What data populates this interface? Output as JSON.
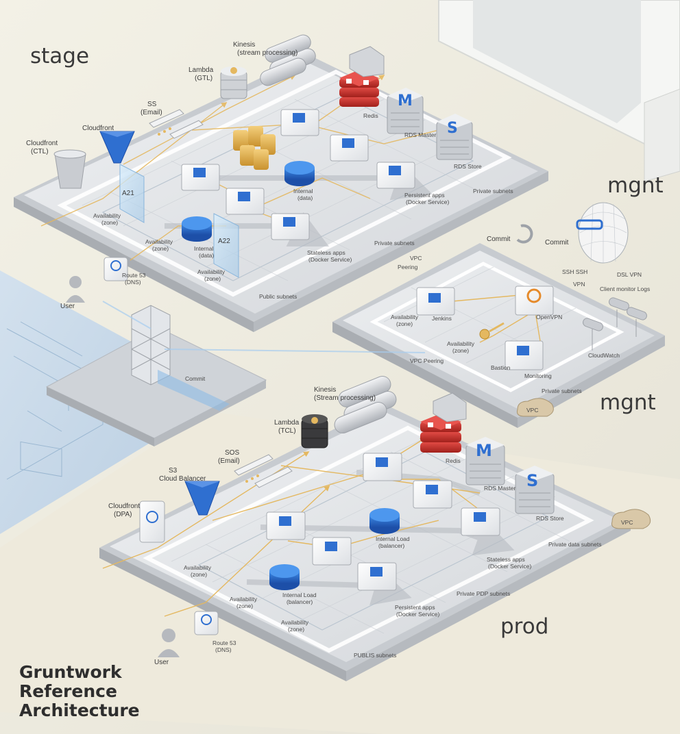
{
  "title_lines": [
    "Gruntwork",
    "Reference",
    "Architecture"
  ],
  "env_labels": {
    "stage": "stage",
    "mgnt_top": "mgnt",
    "mgnt_mid": "mgnt",
    "prod": "prod"
  },
  "stage": {
    "kinesis": "Kinesis",
    "kinesis_sub": "(stream processing)",
    "lambda": "Lambda",
    "lambda_sub": "(GTL)",
    "sns": "SS",
    "sns_sub": "(Email)",
    "cloudfront": "Cloudfront",
    "cloudfront2": "Cloudfront",
    "cloudfront2_sub": "(CTL)",
    "az1": "A21",
    "az2": "A22",
    "availability1": "Availability",
    "availability1_sub": "(zone)",
    "availability2": "Availability",
    "availability2_sub": "(zone)",
    "availability3": "Availability",
    "availability3_sub": "(zone)",
    "redis": "Redis",
    "rds_master": "RDS Master",
    "rds_store": "RDS Store",
    "private_subnets": "Private subnets",
    "persistent": "Persistent apps",
    "persistent_sub": "(Docker Service)",
    "stateless": "Stateless apps",
    "stateless_sub": "(Docker Service)",
    "internal1": "Internal",
    "internal1_sub": "(data)",
    "internal2": "Internal",
    "internal2_sub": "(data)",
    "public_subnets": "Public subnets",
    "private_subnets2": "Private subnets",
    "route53": "Route 53",
    "route53_sub": "(DNS)",
    "user": "User",
    "vpc": "VPC",
    "peering": "Peering"
  },
  "mgnt": {
    "commit": "Commit",
    "commit2": "Commit",
    "ssh": "SSH SSH",
    "vpn": "VPN",
    "dsl_vpn": "DSL VPN",
    "client_logs": "Client monitor Logs",
    "availability": "Availability",
    "availability_sub": "(zone)",
    "jenkins": "Jenkins",
    "openvpn": "OpenVPN",
    "availability2": "Availability",
    "availability2_sub": "(zone)",
    "bastion": "Bastion",
    "monitoring": "Monitoring",
    "private_subnets": "Private subnets",
    "vpc_peering": "VPC Peering",
    "vpc_badge": "VPC",
    "cloudwatch": "CloudWatch"
  },
  "center": {
    "commit": "Commit"
  },
  "prod": {
    "kinesis": "Kinesis",
    "kinesis_sub": "(Stream processing)",
    "lambda": "Lambda",
    "lambda_sub": "(TCL)",
    "sos": "SOS",
    "sos_sub": "(Email)",
    "s3": "S3",
    "s3_sub": "Cloud Balancer",
    "cloudfront": "Cloudfront",
    "cloudfront_sub": "(DPA)",
    "redis": "Redis",
    "rds_master": "RDS Master",
    "rds_store": "RDS Store",
    "vpc_badge": "VPC",
    "private_data": "Private data subnets",
    "availability1": "Availability",
    "availability1_sub": "(zone)",
    "availability2": "Availability",
    "availability2_sub": "(zone)",
    "availability3": "Availability",
    "availability3_sub": "(zone)",
    "internal1": "Internal Load",
    "internal1_sub": "(balancer)",
    "internal2": "Internal Load",
    "internal2_sub": "(balancer)",
    "stateless": "Stateless apps",
    "stateless_sub": "(Docker Service)",
    "persistent": "Persistent apps",
    "persistent_sub": "(Docker Service)",
    "private_pdp": "Private PDP subnets",
    "public_subnets": "PUBLIS subnets",
    "route53": "Route 53",
    "route53_sub": "(DNS)",
    "user": "User"
  },
  "colors": {
    "background": "#e9e6da",
    "platform": "#dcdcdc",
    "blueprint": "#c7d9ea",
    "accent_blue": "#2f6fd0",
    "redis_red": "#c9302c",
    "arrow_gold": "#e4b860"
  }
}
